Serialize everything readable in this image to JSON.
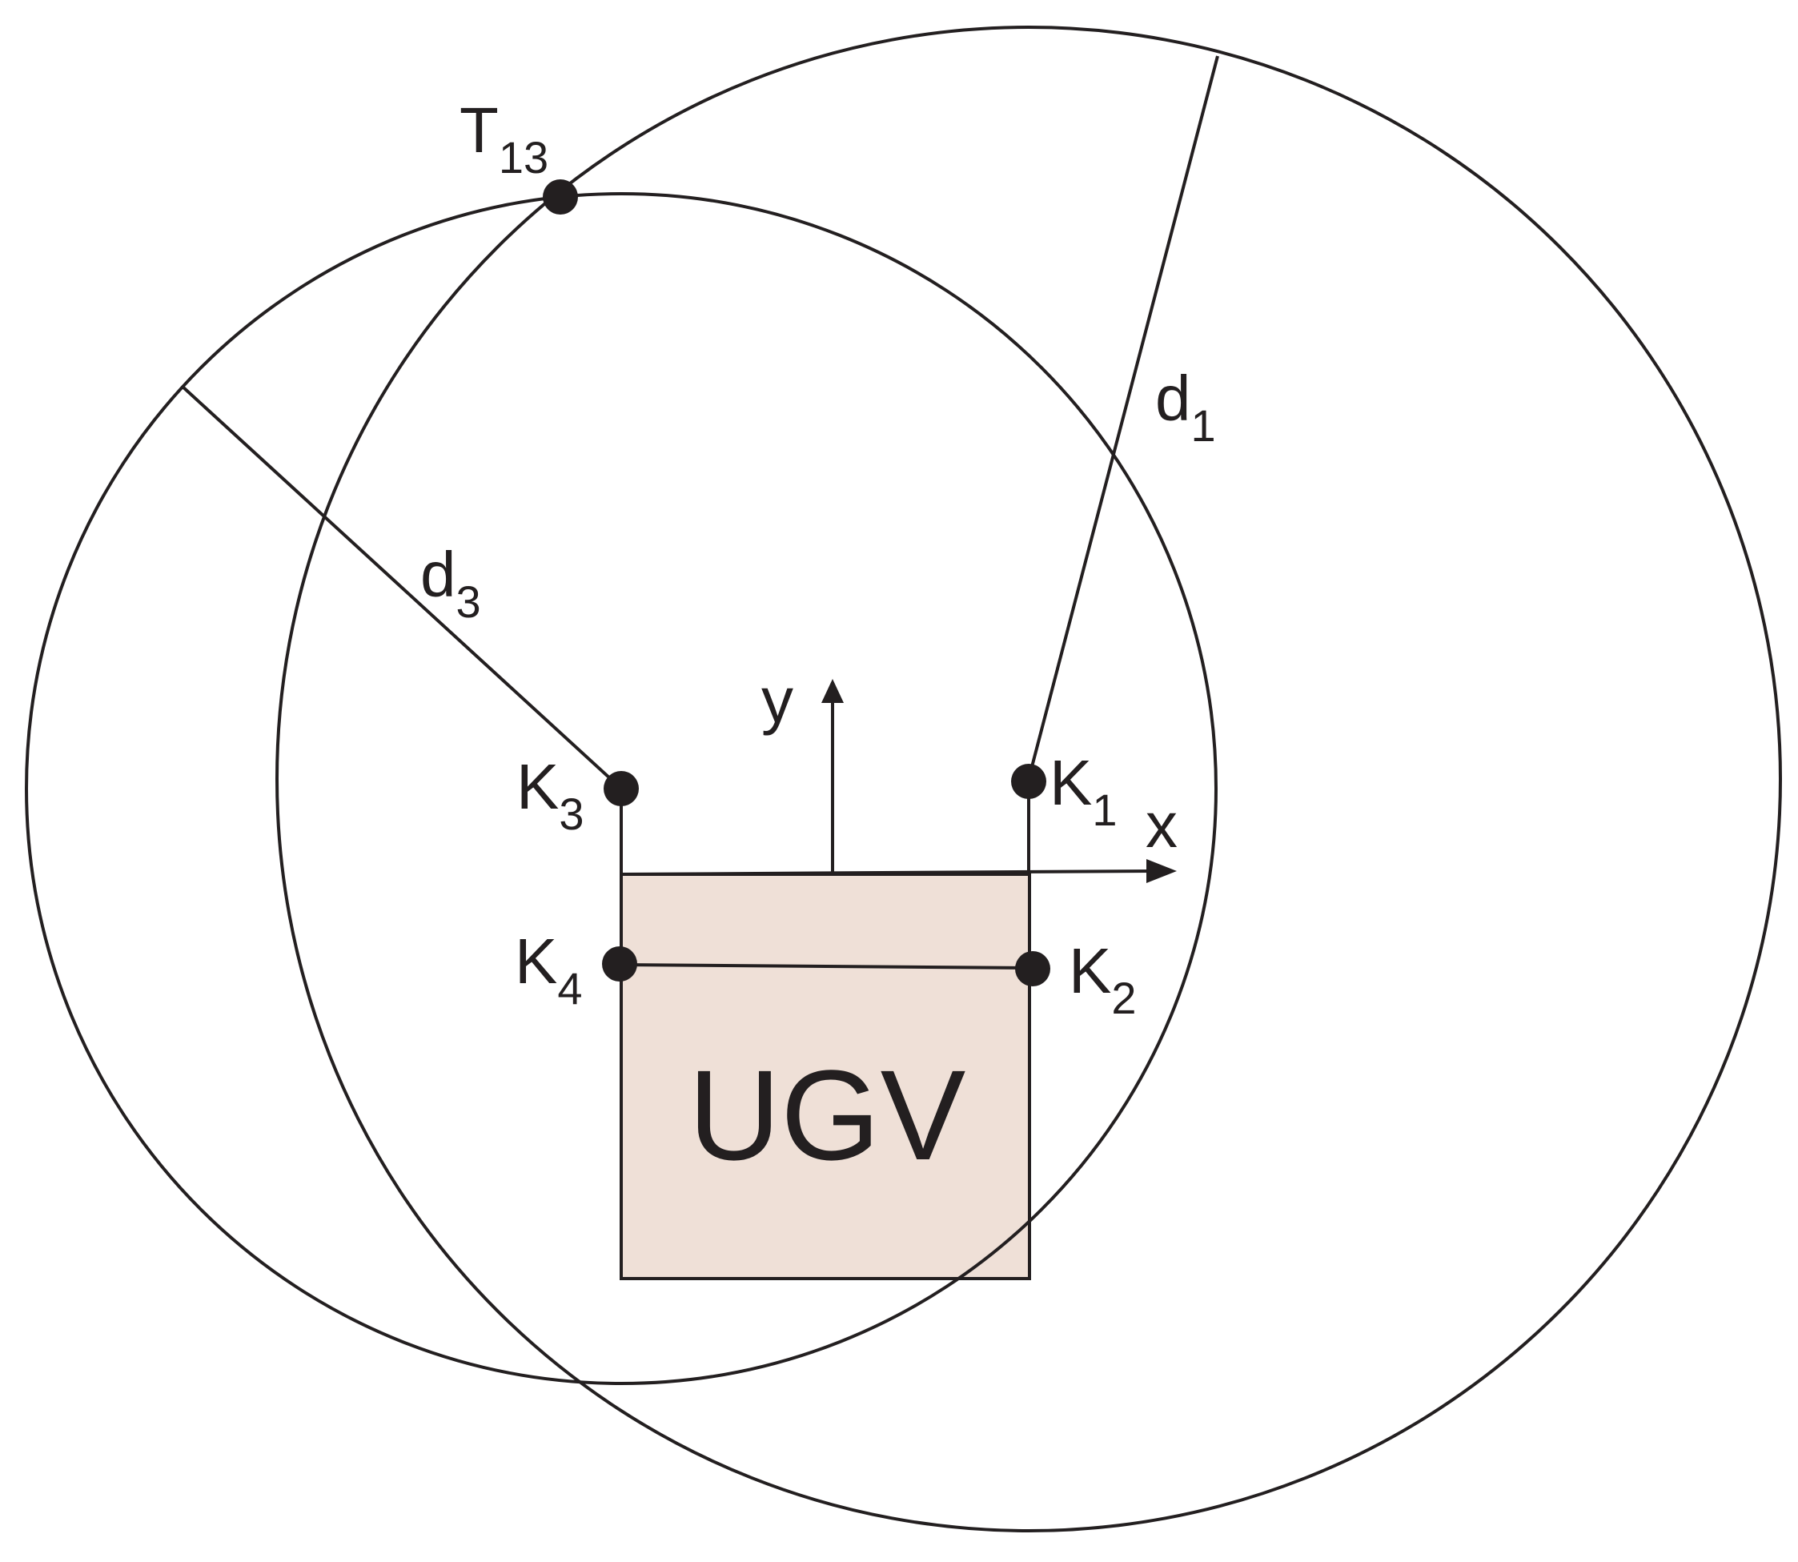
{
  "labels": {
    "T": "T",
    "T_sub": "13",
    "d1": "d",
    "d1_sub": "1",
    "d3": "d",
    "d3_sub": "3",
    "y": "y",
    "x": "x",
    "K1": "K",
    "K1_sub": "1",
    "K2": "K",
    "K2_sub": "2",
    "K3": "K",
    "K3_sub": "3",
    "K4": "K",
    "K4_sub": "4",
    "ugv": "UGV"
  },
  "colors": {
    "line": "#231f20",
    "ugv_fill": "#efe0d7"
  }
}
